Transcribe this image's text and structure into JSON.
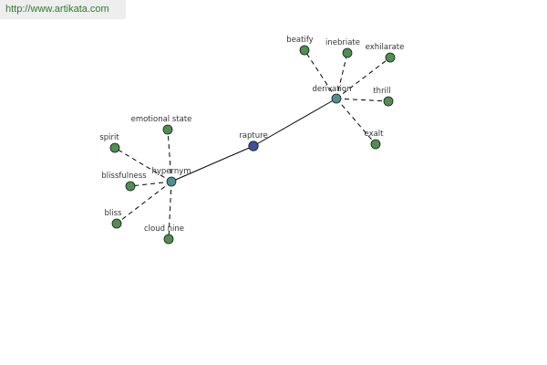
{
  "banner": {
    "url": "http://www.artikata.com"
  },
  "colors": {
    "leaf": "#4f8f4f",
    "hub": "#4f9191",
    "center": "#3f4fa0",
    "edge": "#000000"
  },
  "nodes": [
    {
      "id": "rapture",
      "label": "rapture",
      "kind": "center"
    },
    {
      "id": "hypernym",
      "label": "hypernym",
      "kind": "hub"
    },
    {
      "id": "derivation",
      "label": "derivation",
      "kind": "hub"
    },
    {
      "id": "emotional_state",
      "label": "emotional state",
      "kind": "leaf"
    },
    {
      "id": "spirit",
      "label": "spirit",
      "kind": "leaf"
    },
    {
      "id": "blissfulness",
      "label": "blissfulness",
      "kind": "leaf"
    },
    {
      "id": "bliss",
      "label": "bliss",
      "kind": "leaf"
    },
    {
      "id": "cloud_nine",
      "label": "cloud nine",
      "kind": "leaf"
    },
    {
      "id": "beatify",
      "label": "beatify",
      "kind": "leaf"
    },
    {
      "id": "inebriate",
      "label": "inebriate",
      "kind": "leaf"
    },
    {
      "id": "exhilarate",
      "label": "exhilarate",
      "kind": "leaf"
    },
    {
      "id": "thrill",
      "label": "thrill",
      "kind": "leaf"
    },
    {
      "id": "exalt",
      "label": "exalt",
      "kind": "leaf"
    }
  ],
  "edges": [
    {
      "from": "rapture",
      "to": "hypernym",
      "style": "solid"
    },
    {
      "from": "rapture",
      "to": "derivation",
      "style": "solid"
    },
    {
      "from": "hypernym",
      "to": "emotional_state",
      "style": "dashed"
    },
    {
      "from": "hypernym",
      "to": "spirit",
      "style": "dashed"
    },
    {
      "from": "hypernym",
      "to": "blissfulness",
      "style": "dashed"
    },
    {
      "from": "hypernym",
      "to": "bliss",
      "style": "dashed"
    },
    {
      "from": "hypernym",
      "to": "cloud_nine",
      "style": "dashed"
    },
    {
      "from": "derivation",
      "to": "beatify",
      "style": "dashed"
    },
    {
      "from": "derivation",
      "to": "inebriate",
      "style": "dashed"
    },
    {
      "from": "derivation",
      "to": "exhilarate",
      "style": "dashed"
    },
    {
      "from": "derivation",
      "to": "thrill",
      "style": "dashed"
    },
    {
      "from": "derivation",
      "to": "exalt",
      "style": "dashed"
    }
  ]
}
